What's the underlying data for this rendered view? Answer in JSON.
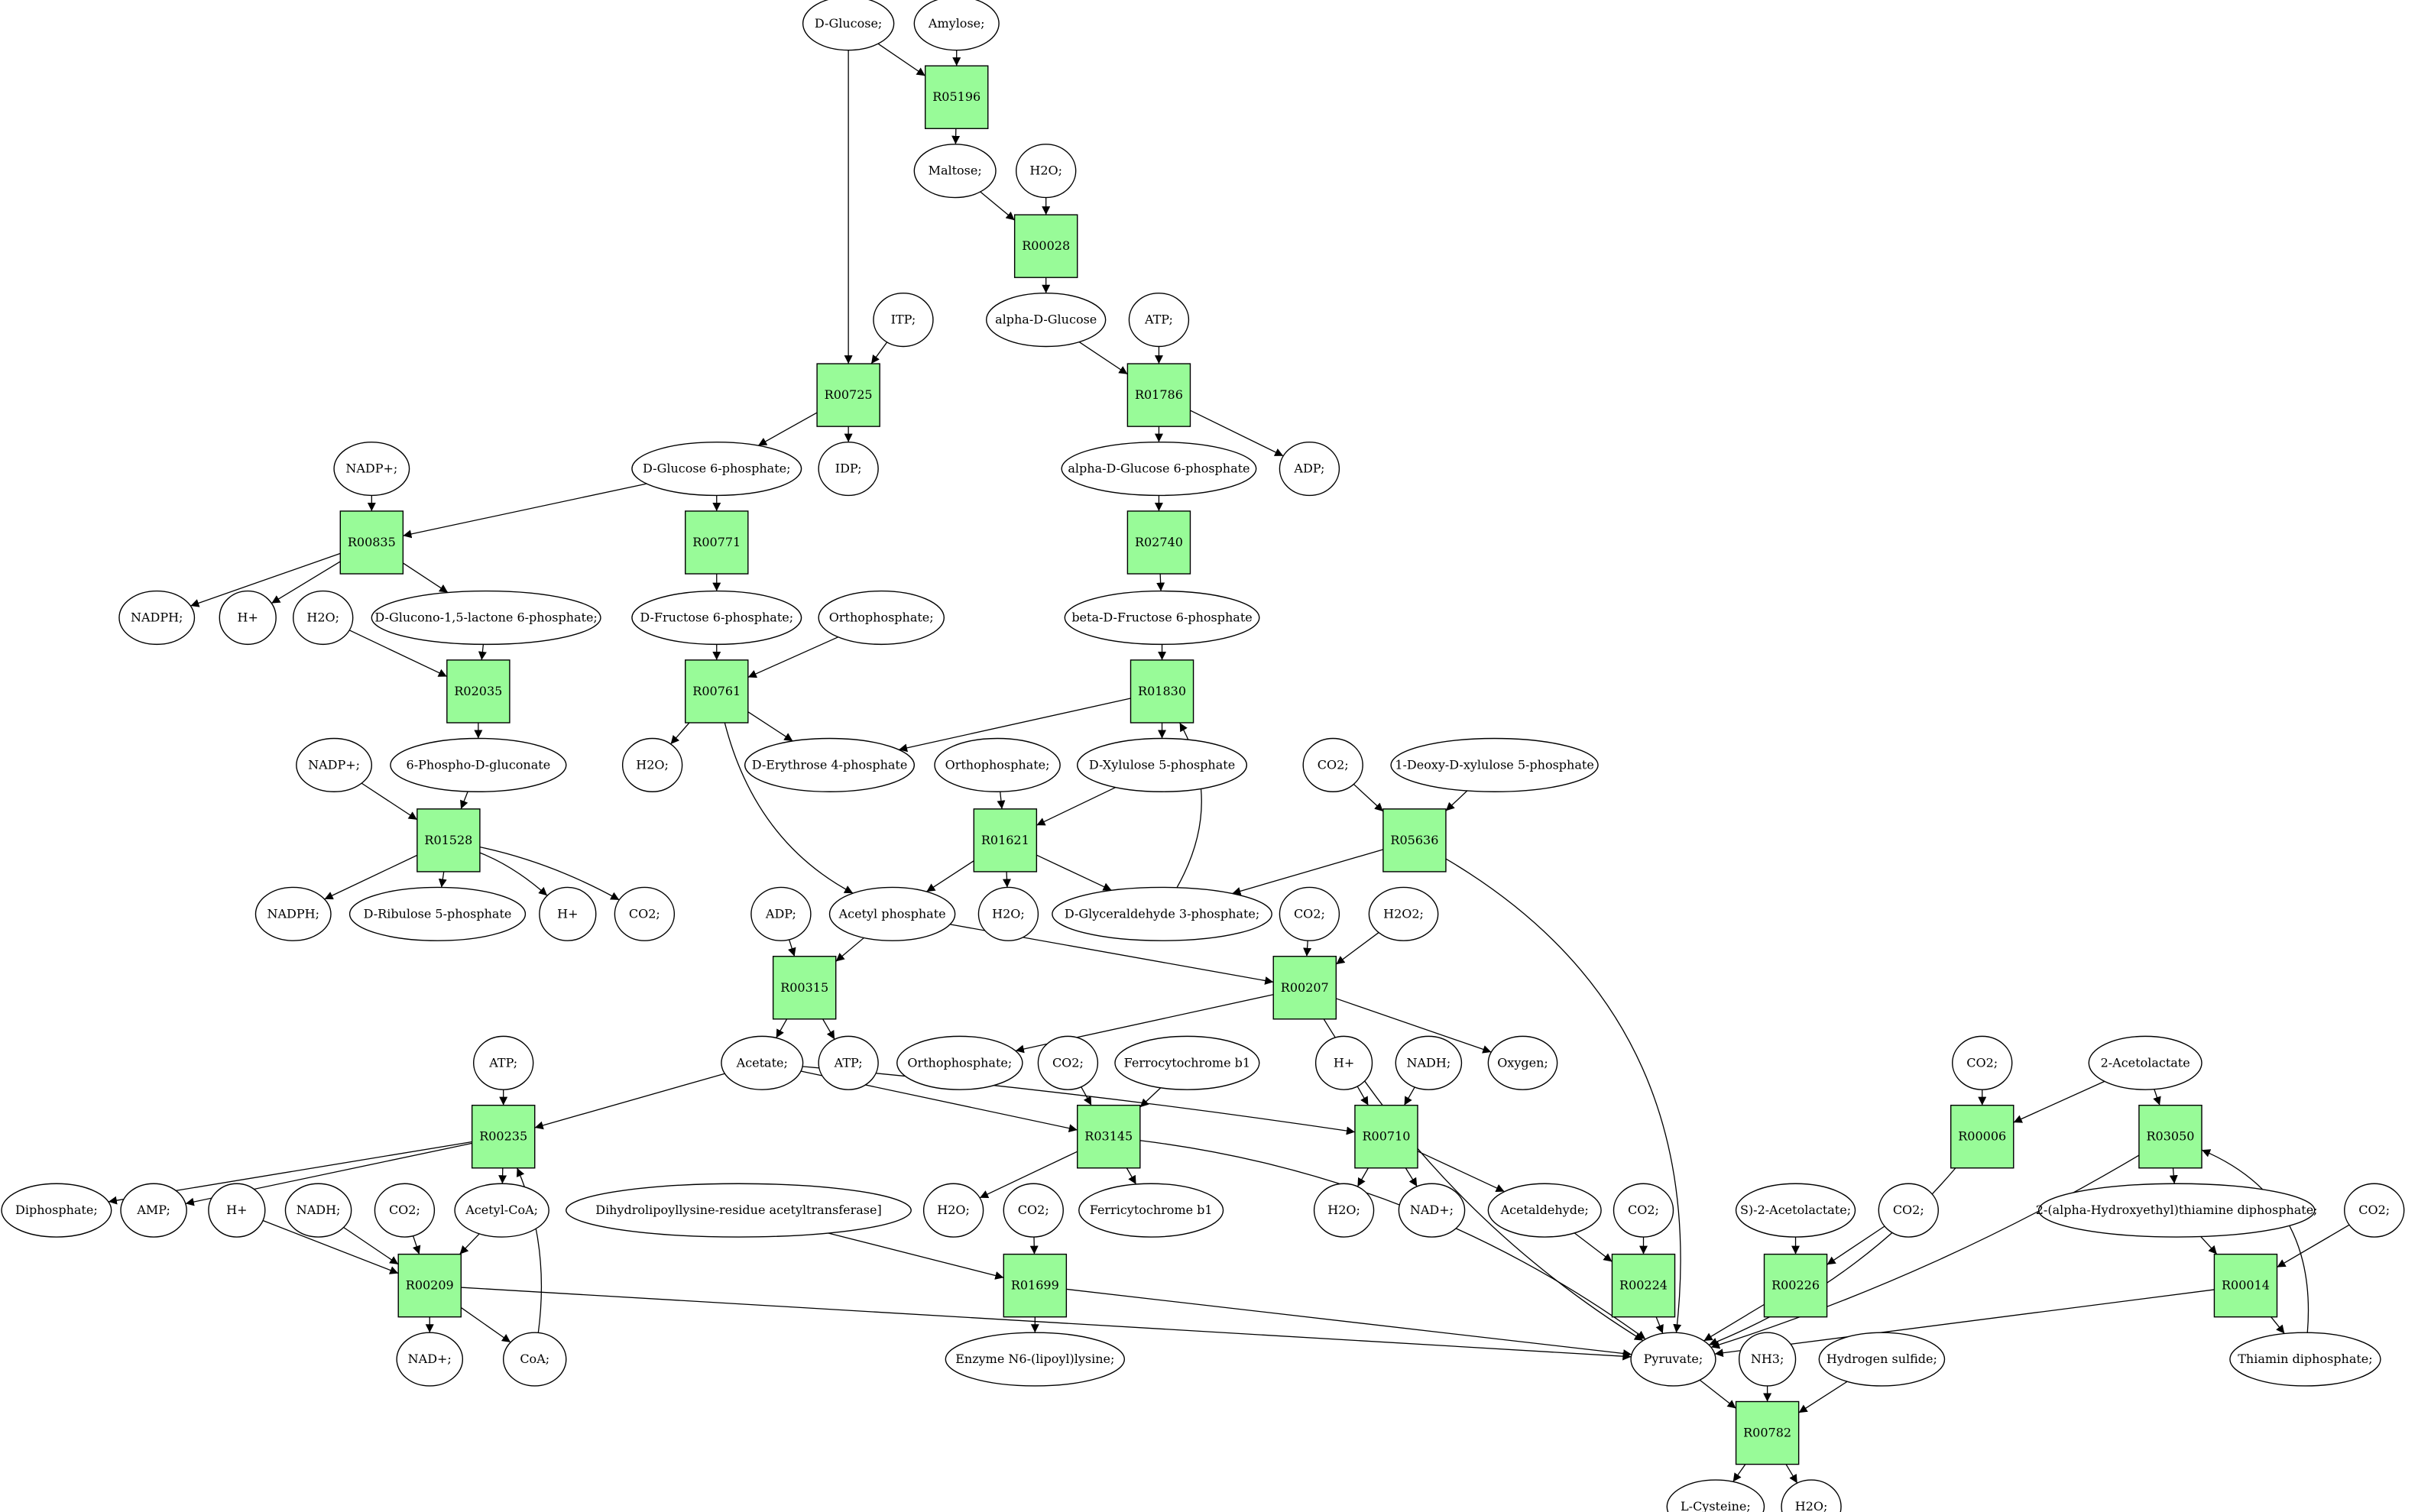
{
  "colors": {
    "reaction_fill": "#98fb98",
    "start_fill": "#00ff00",
    "end_fill": "#ffff00",
    "metabolite_fill": "#ffffff",
    "line": "#000000"
  },
  "start_metabolite": "D-Glucose;",
  "end_metabolite": "L-Cysteine;",
  "metabolites": {
    "dglucose": "D-Glucose;",
    "amylose": "Amylose;",
    "maltose": "Maltose;",
    "h2o_a": "H2O;",
    "alphaDglucose": "alpha-D-Glucose",
    "itp": "ITP;",
    "atp_a": "ATP;",
    "nadp_a": "NADP+;",
    "dg6p": "D-Glucose 6-phosphate;",
    "idp": "IDP;",
    "ag6p": "alpha-D-Glucose 6-phosphate",
    "adp_a": "ADP;",
    "nadph_a": "NADPH;",
    "hplus_a": "H+",
    "h2o_b": "H2O;",
    "dglucono": "D-Glucono-1,5-lactone 6-phosphate;",
    "df6p": "D-Fructose 6-phosphate;",
    "orthophosphate_a": "Orthophosphate;",
    "bf6p": "beta-D-Fructose 6-phosphate",
    "nadp_b": "NADP+;",
    "phosphogluconate": "6-Phospho-D-gluconate",
    "h2o_c": "H2O;",
    "erythrose": "D-Erythrose 4-phosphate",
    "orthophosphate_b": "Orthophosphate;",
    "xylulose": "D-Xylulose 5-phosphate",
    "co2_a": "CO2;",
    "deoxyxylulose": "1-Deoxy-D-xylulose 5-phosphate",
    "nadph_b": "NADPH;",
    "ribulose": "D-Ribulose 5-phosphate",
    "hplus_b": "H+",
    "co2_b": "CO2;",
    "acetylphosphate": "Acetyl phosphate",
    "h2o_d": "H2O;",
    "g3p": "D-Glyceraldehyde 3-phosphate;",
    "adp_b": "ADP;",
    "co2_c": "CO2;",
    "h2o2": "H2O2;",
    "atp_b": "ATP;",
    "acetate": "Acetate;",
    "atp_c": "ATP;",
    "orthophosphate_c": "Orthophosphate;",
    "co2_d": "CO2;",
    "ferrocytochrome": "Ferrocytochrome b1",
    "hplus_c": "H+",
    "nadh_a": "NADH;",
    "oxygen": "Oxygen;",
    "co2_e": "CO2;",
    "acetolactate2": "2-Acetolactate",
    "diphosphate": "Diphosphate;",
    "amp": "AMP;",
    "acetylcoa": "Acetyl-CoA;",
    "h2o_e": "H2O;",
    "ferricytochrome": "Ferricytochrome b1",
    "h2o_f": "H2O;",
    "nadplus_a": "NAD+;",
    "acetaldehyde": "Acetaldehyde;",
    "hydroxyethyl": "2-(alpha-Hydroxyethyl)thiamine diphosphate;",
    "hplus_d": "H+",
    "nadh_b": "NADH;",
    "co2_f": "CO2;",
    "dihydrolipoyl": "Dihydrolipoyllysine-residue acetyltransferase]",
    "co2_g": "CO2;",
    "co2_h": "CO2;",
    "sacetolactate": "S)-2-Acetolactate;",
    "co2_i": "CO2;",
    "co2_j": "CO2;",
    "nadplus_b": "NAD+;",
    "coa": "CoA;",
    "enzymelipoyl": "Enzyme N6-(lipoyl)lysine;",
    "pyruvate": "Pyruvate;",
    "nh3": "NH3;",
    "hydrogensulfide": "Hydrogen sulfide;",
    "thiamin": "Thiamin diphosphate;",
    "lcysteine": "L-Cysteine;",
    "h2o_g": "H2O;"
  },
  "reactions": {
    "R05196": "R05196",
    "R00028": "R00028",
    "R00725": "R00725",
    "R01786": "R01786",
    "R00835": "R00835",
    "R00771": "R00771",
    "R02740": "R02740",
    "R02035": "R02035",
    "R00761": "R00761",
    "R01830": "R01830",
    "R01528": "R01528",
    "R01621": "R01621",
    "R05636": "R05636",
    "R00315": "R00315",
    "R00207": "R00207",
    "R00235": "R00235",
    "R03145": "R03145",
    "R00710": "R00710",
    "R00006": "R00006",
    "R03050": "R03050",
    "R00209": "R00209",
    "R01699": "R01699",
    "R00224": "R00224",
    "R00226": "R00226",
    "R00014": "R00014",
    "R00782": "R00782"
  }
}
